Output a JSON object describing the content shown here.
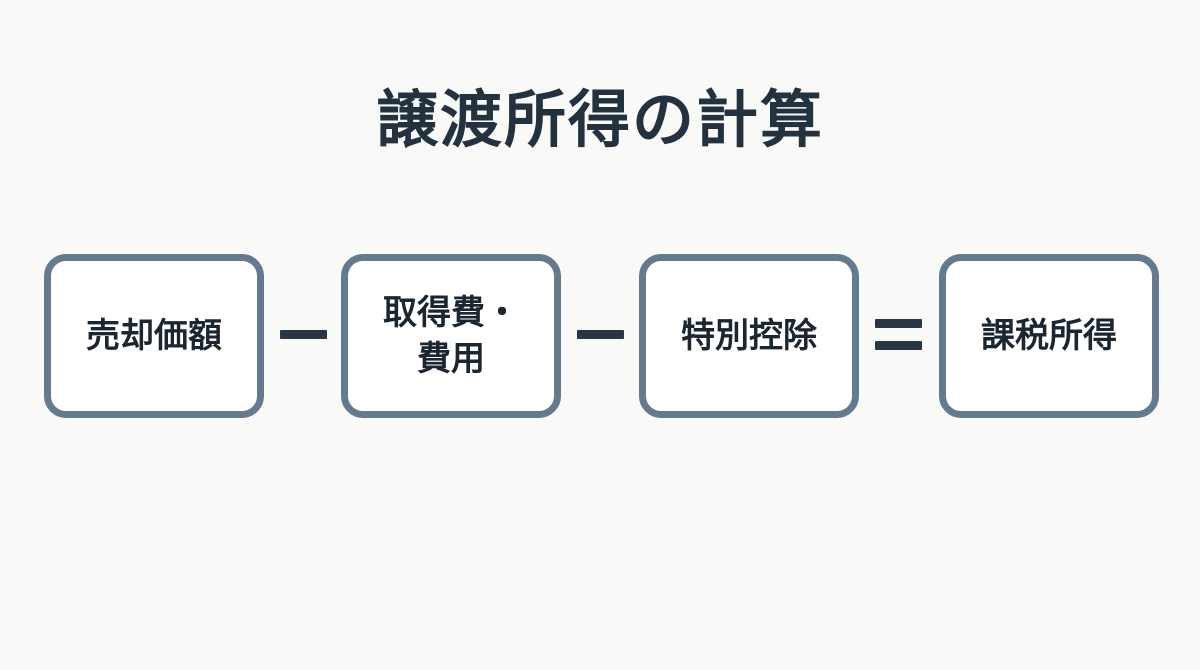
{
  "title": "譲渡所得の計算",
  "formula": {
    "terms": [
      {
        "label": "売却価額"
      },
      {
        "label": "取得費・\n費用"
      },
      {
        "label": "特別控除"
      },
      {
        "label": "課税所得"
      }
    ],
    "operators": [
      "minus",
      "minus",
      "equals"
    ]
  },
  "colors": {
    "box_border": "#647b8f",
    "box_fill": "#ffffff",
    "text": "#1c2630",
    "operator": "#2a3644",
    "background": "#f9f9f8"
  }
}
